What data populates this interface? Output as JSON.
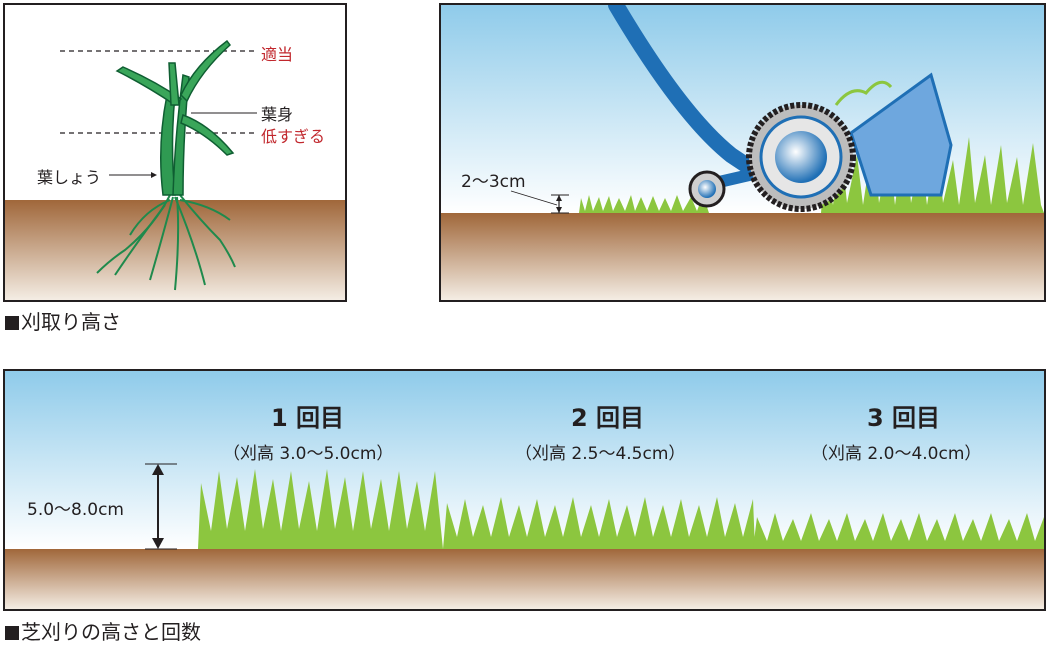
{
  "plant_panel": {
    "label_tekito": "適当",
    "label_hamiwa": "葉身",
    "label_hikusugiru": "低すぎる",
    "label_hashou": "葉しょう"
  },
  "mower_panel": {
    "height_label": "2～3cm"
  },
  "heights_panel": {
    "left_label": "5.0～8.0cm",
    "stages": [
      {
        "title": "1 回目",
        "range": "（刈高 3.0～5.0cm）"
      },
      {
        "title": "2 回目",
        "range": "（刈高 2.5～4.5cm）"
      },
      {
        "title": "3 回目",
        "range": "（刈高 2.0～4.0cm）"
      }
    ]
  },
  "captions": {
    "caption_1": "刈取り高さ",
    "caption_2": "芝刈りの高さと回数"
  },
  "colors": {
    "grass": "#8cc63f",
    "soil": "#a0673a",
    "sky": "#bfe3f6",
    "mower_blue": "#1f6fb5",
    "label_red": "#c1272d"
  }
}
